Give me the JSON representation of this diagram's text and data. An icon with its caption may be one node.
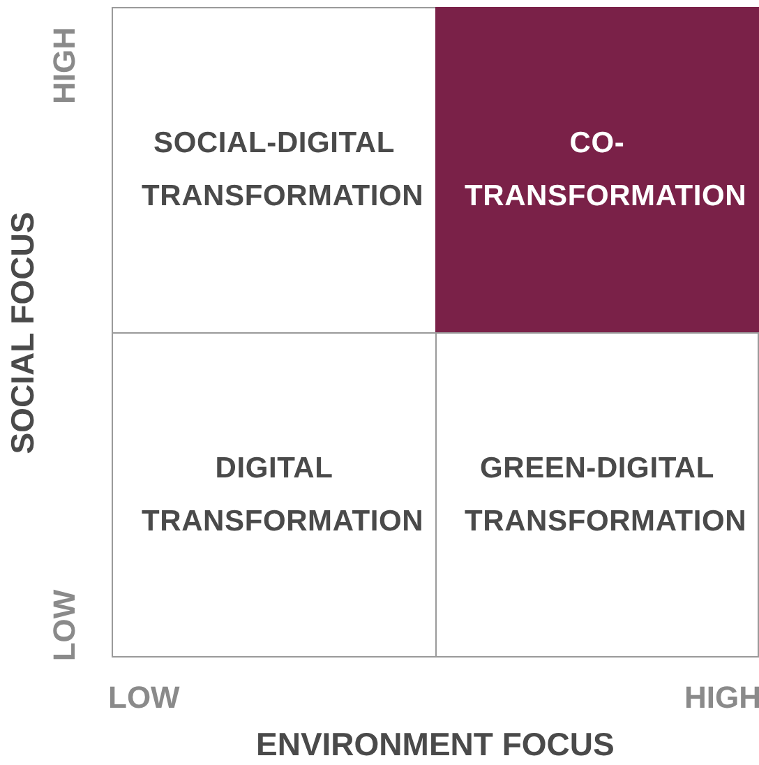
{
  "diagram": {
    "nodes": [
      {
        "text": [
          "SOCIAL-DIGITAL TRANSFORMATION"
        ]
      },
      {
        "text": [
          "CO-TRANSFORMATION"
        ]
      },
      {
        "text": [
          "DIGITAL TRANSFORMATION"
        ]
      },
      {
        "text": [
          "GREEN-DIGITAL TRANSFORMATION"
        ]
      }
    ],
    "labels": [
      "HIGH",
      "SOCIAL FOCUS",
      "LOW",
      "LOW",
      "HIGH",
      "ENVIRONMENT FOCUS"
    ]
  }
}
